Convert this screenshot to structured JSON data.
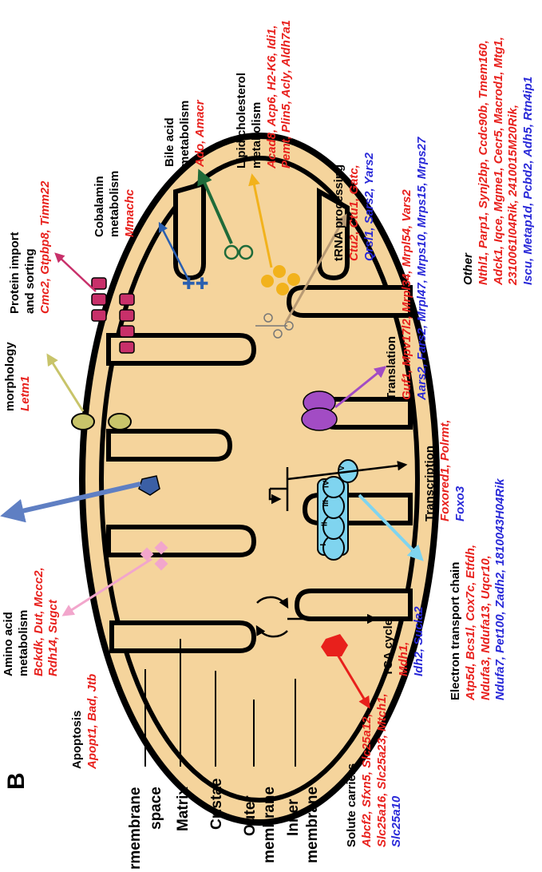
{
  "colors": {
    "red": "#e8201c",
    "blue": "#2828d8",
    "matrix": "#f5d49c"
  },
  "panel_letter": "B",
  "legend": [
    "rmembrane",
    "space",
    "Matrix",
    "Cristae",
    "Outer",
    "membrane",
    "Inner",
    "membrane"
  ],
  "solute": {
    "title": "Solute carriers",
    "l1": "Abcf2, Sfxn5, Slc25a12,",
    "l2": "Slc25a16, Slc25a23, Mtch1,",
    "l3": "Slc25a10"
  },
  "apoptosis": {
    "title": "Apoptosis",
    "genes": "Apopt1, Bad, Jtb"
  },
  "amino": {
    "t1": "Amino acid",
    "t2": "metabolism",
    "l1": "Bckdk, Dut, Mccc2,",
    "l2": "Rdh14, Sugct"
  },
  "tca": {
    "title": "TCA cycle",
    "l1": "Mdh1,",
    "l2": "Idh2, Sucla2"
  },
  "etc": {
    "title": "Electron transport chain",
    "l1": "Atp5d, Bcs1l, Cox7c, Etfdh,",
    "l2": "Ndufa3, Ndufa13, Uqcr10,",
    "l3": "Ndufa7, Pet100, Zadh2, 1810043H04Rik",
    "complexes": [
      "I",
      "II",
      "III",
      "IV",
      "V"
    ]
  },
  "transcription": {
    "title": "Transcription",
    "l1": "Foxored1, Polrmt,",
    "l2": "Foxo3"
  },
  "morphology": {
    "title": "morphology",
    "genes": "Letm1"
  },
  "protein": {
    "t1": "Protein import",
    "t2": "and sorting",
    "genes": "Cmc2, Gtpbp8, Timm22"
  },
  "cobalamin": {
    "t1": "Cobalamin",
    "t2": "metabolism",
    "genes": "Mmachc"
  },
  "bile": {
    "t1": "Bile acid",
    "t2": "metabolism",
    "genes": "Ado, Amacr"
  },
  "lipid": {
    "t1": "Lipid/cholesterol",
    "t2": "metabolism",
    "l1": "Acad8, Acp6, H2-K6, Idi1,",
    "l2": "Pemt, Plin5, Acly, Aldh7a1"
  },
  "trna": {
    "title": "tRNA processing",
    "l1": "Ctu2, Ctu1, Gatc,",
    "l2": "Qrsl1, Sars2, Yars2"
  },
  "translation": {
    "title": "Translation",
    "l1": "Guf1, Mpv17l2, Mrpl34, Mrpl54, Vars2",
    "l2": "Aars2, Fars2, Mrpl47, Mrps10, Mrps15, Mrps27"
  },
  "other": {
    "title": "Other",
    "l1": "Nthl1, Parp1, Synj2bp, Ccdc90b, Tmem160,",
    "l2": "Adck1, Iqce, Mgme1, Cecr5, Macrod1, Mtg1,",
    "l3": "2310061I04Rik, 2410015M20Rik,",
    "l4": "Iscu, Metap1d, Pcbd2, Adh5, Rtn4ip1"
  }
}
